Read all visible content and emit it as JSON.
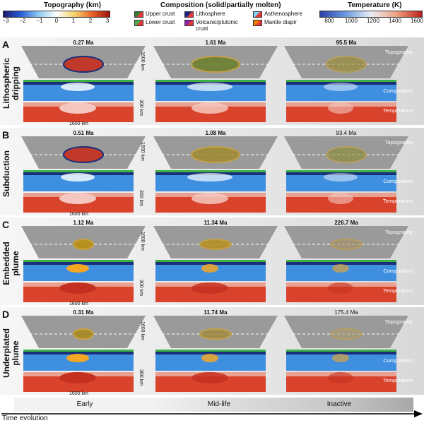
{
  "legends": {
    "topography": {
      "title": "Topography (km)",
      "ticks": [
        "−3",
        "−2",
        "−1",
        "0",
        "1",
        "2",
        "3"
      ]
    },
    "composition": {
      "title": "Composition (solid/partially molten)",
      "items": [
        {
          "label": "Upper crust",
          "color": "#2e7d32"
        },
        {
          "label": "Lower crust",
          "color": "#4caf50"
        },
        {
          "label": "Lithosphere",
          "color": "#1a237e"
        },
        {
          "label": "Volcanic/plutonic crust",
          "color": "#8e24aa"
        },
        {
          "label": "Asthenosphere",
          "color": "#81d4fa"
        },
        {
          "label": "Mantle diapir",
          "color": "#f57c00"
        }
      ]
    },
    "temperature": {
      "title": "Temperature (K)",
      "ticks": [
        "800",
        "1000",
        "1200",
        "1400",
        "1600"
      ]
    }
  },
  "rows": [
    {
      "letter": "A",
      "name_lines": [
        "Lithospheric",
        "dripping"
      ],
      "times": [
        "0.27 Ma",
        "1.61 Ma",
        "95.5 Ma"
      ]
    },
    {
      "letter": "B",
      "name_lines": [
        "Subduction"
      ],
      "times": [
        "0.51 Ma",
        "1.08 Ma",
        "93.4 Ma"
      ]
    },
    {
      "letter": "C",
      "name_lines": [
        "Embedded",
        "plume"
      ],
      "times": [
        "1.12 Ma",
        "11.34 Ma",
        "226.7 Ma"
      ]
    },
    {
      "letter": "D",
      "name_lines": [
        "Underplated",
        "plume"
      ],
      "times": [
        "0.31 Ma",
        "11.74 Ma",
        "175.4 Ma"
      ]
    }
  ],
  "panel_labels": {
    "topography": "Topography",
    "composition": "Composition",
    "temperature": "Temperature"
  },
  "scale_labels": {
    "width": "1600 km",
    "depth": "1600 km",
    "height": "300 km"
  },
  "stages": [
    "Early",
    "Mid-life",
    "Inactive"
  ],
  "time_evolution": "Time evolution"
}
